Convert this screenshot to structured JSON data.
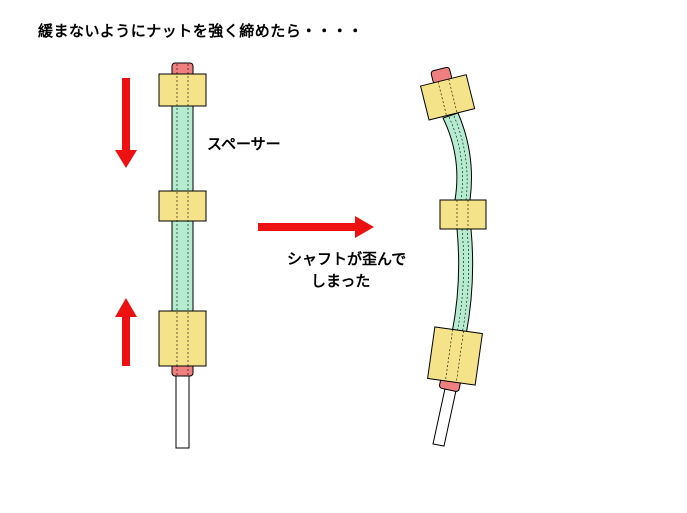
{
  "title": "緩まないようにナットを強く締めたら・・・・",
  "labels": {
    "spacer": "スペーサー",
    "result_line1": "シャフトが歪んで",
    "result_line2": "しまった"
  },
  "colors": {
    "nut": "#f5e38a",
    "spacer": "#b5ecd0",
    "cap": "#f08080",
    "arrow": "#ee1111",
    "shaft": "#ffffff",
    "outline": "#000000"
  }
}
